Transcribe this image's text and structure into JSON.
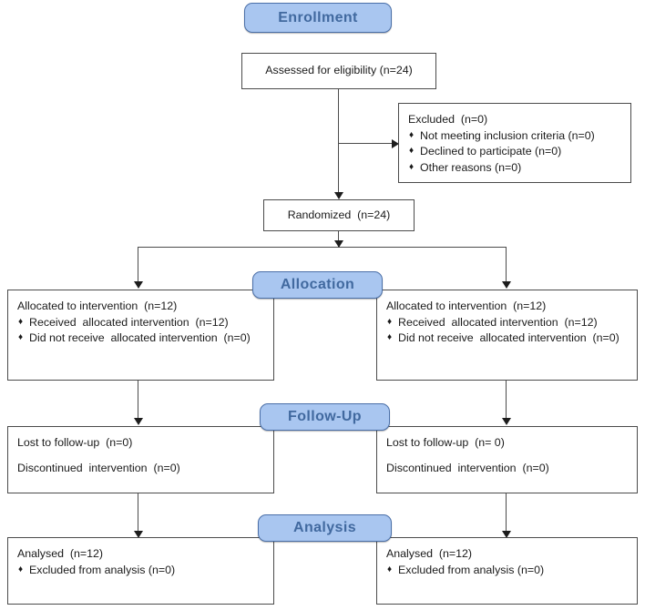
{
  "diagram": {
    "title": "CONSORT participant flow diagram",
    "colors": {
      "banner_fill": "#a9c6f0",
      "banner_border": "#4a6fa8",
      "banner_text": "#41699f",
      "box_border": "#4b4b4b",
      "box_fill": "#ffffff",
      "line": "#4b4b4b",
      "text": "#1a1a1a"
    },
    "bullet_glyph": "♦",
    "stages": {
      "enrollment": "Enrollment",
      "allocation": "Allocation",
      "followup": "Follow-Up",
      "analysis": "Analysis"
    },
    "assessed": {
      "line": "Assessed for eligibility (n=24)"
    },
    "excluded": {
      "heading": "Excluded  (n=0)",
      "items": [
        "Not meeting inclusion criteria (n=0)",
        "Declined to participate (n=0)",
        "Other reasons (n=0)"
      ]
    },
    "randomized": {
      "line": "Randomized  (n=24)"
    },
    "allocation_left": {
      "heading": "Allocated to intervention  (n=12)",
      "items": [
        "Received  allocated intervention  (n=12)",
        "Did not receive  allocated intervention  (n=0)"
      ]
    },
    "allocation_right": {
      "heading": "Allocated to intervention  (n=12)",
      "items": [
        "Received  allocated intervention  (n=12)",
        "Did not receive  allocated intervention  (n=0)"
      ]
    },
    "followup_left": {
      "line1": "Lost to follow-up  (n=0)",
      "line2": "Discontinued  intervention  (n=0)"
    },
    "followup_right": {
      "line1": "Lost to follow-up  (n= 0)",
      "line2": "Discontinued  intervention  (n=0)"
    },
    "analysis_left": {
      "heading": "Analysed  (n=12)",
      "items": [
        "Excluded from analysis (n=0)"
      ]
    },
    "analysis_right": {
      "heading": "Analysed  (n=12)",
      "items": [
        "Excluded from analysis (n=0)"
      ]
    }
  }
}
